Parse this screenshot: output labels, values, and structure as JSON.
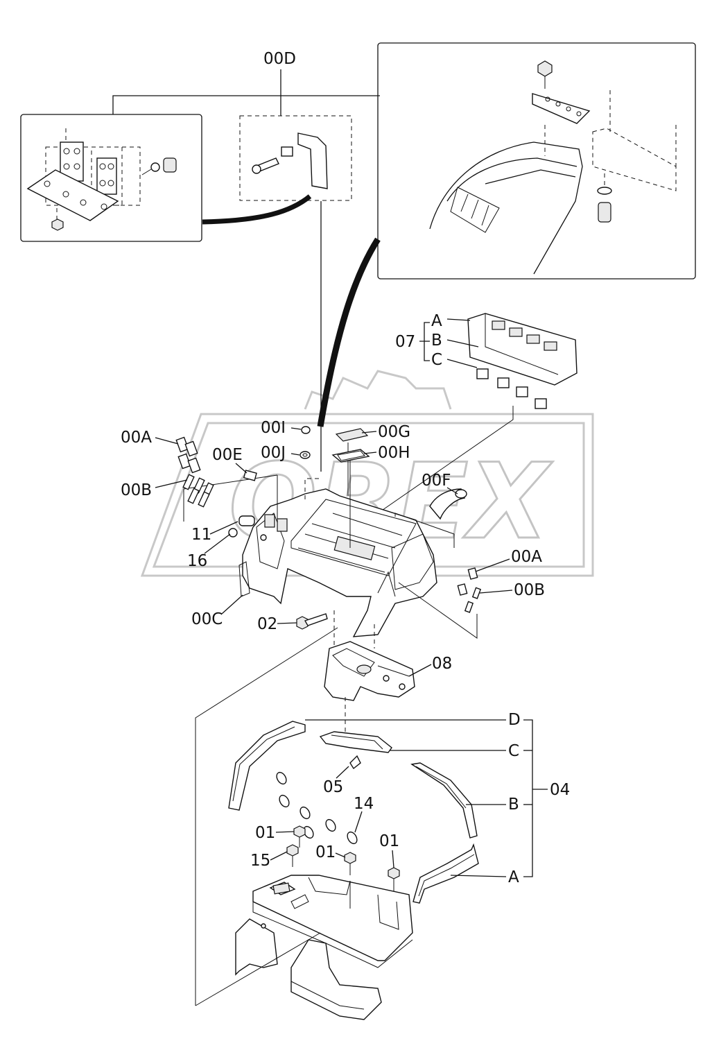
{
  "diagram": {
    "watermark": "OREX",
    "labels": {
      "l00D": "00D",
      "l07": "07",
      "l07A": "A",
      "l07B": "B",
      "l07C": "C",
      "l00I": "00I",
      "l00G": "00G",
      "l00J": "00J",
      "l00H": "00H",
      "l00A_left": "00A",
      "l00E": "00E",
      "l00B_left": "00B",
      "l00F": "00F",
      "l11": "11",
      "l16": "16",
      "l00A_right": "00A",
      "l00B_right": "00B",
      "l00C": "00C",
      "l02": "02",
      "l08": "08",
      "l04D": "D",
      "l04C": "C",
      "l04B": "B",
      "l04A": "A",
      "l04": "04",
      "l05": "05",
      "l14": "14",
      "l01a": "01",
      "l01b": "01",
      "l01c": "01",
      "l15": "15"
    }
  }
}
